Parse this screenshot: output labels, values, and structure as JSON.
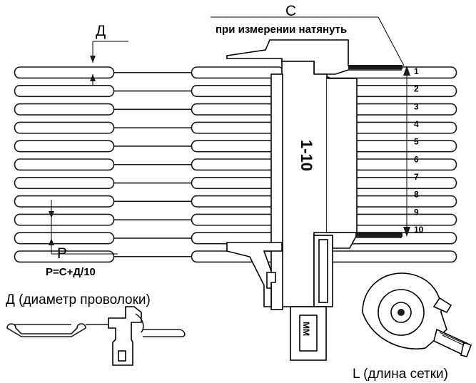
{
  "labels": {
    "c": "С",
    "measure_taut": "при измерении натянуть",
    "d_top": "Д",
    "p": "Р",
    "formula": "Р=С+Д/10",
    "range": "1-10",
    "wire_diameter": "Д (диаметр проволоки)",
    "unit_mm": "ММ",
    "mesh_length": "L (длина сетки)"
  },
  "pitch_numbers": [
    "1",
    "2",
    "3",
    "4",
    "5",
    "6",
    "7",
    "8",
    "9",
    "10"
  ]
}
